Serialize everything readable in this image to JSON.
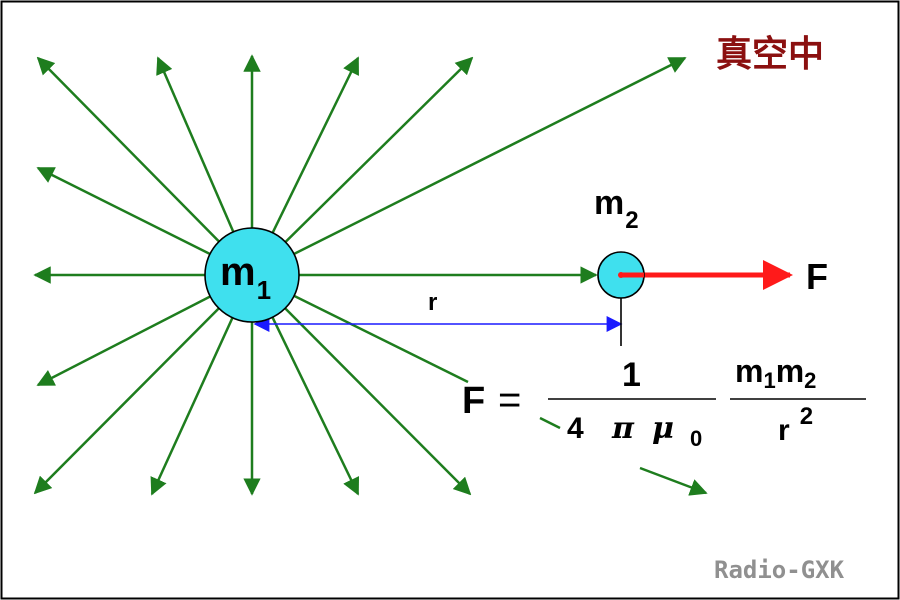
{
  "title": "真空中",
  "mass1": {
    "symbol": "m",
    "subscript": "1"
  },
  "mass2": {
    "symbol": "m",
    "subscript": "2"
  },
  "distance_label": "r",
  "force_label": "F",
  "formula": {
    "lhs": "F",
    "equals": "=",
    "numerator": "1",
    "denom_four": "4",
    "denom_pi": "π",
    "denom_mu": "μ",
    "denom_mu_sub": "0",
    "frac2_m1": "m",
    "frac2_m1_sub": "1",
    "frac2_m2": "m",
    "frac2_m2_sub": "2",
    "frac2_r": "r",
    "frac2_r_exp": "2"
  },
  "watermark": "Radio-GXK",
  "colors": {
    "field_lines": "#1e7d1e",
    "mass_fill": "#3fe0ee",
    "force_arrow": "#ff1a1a",
    "distance_arrow": "#1a1aff",
    "title": "#8b1010",
    "watermark": "#909090",
    "border": "#000000"
  }
}
